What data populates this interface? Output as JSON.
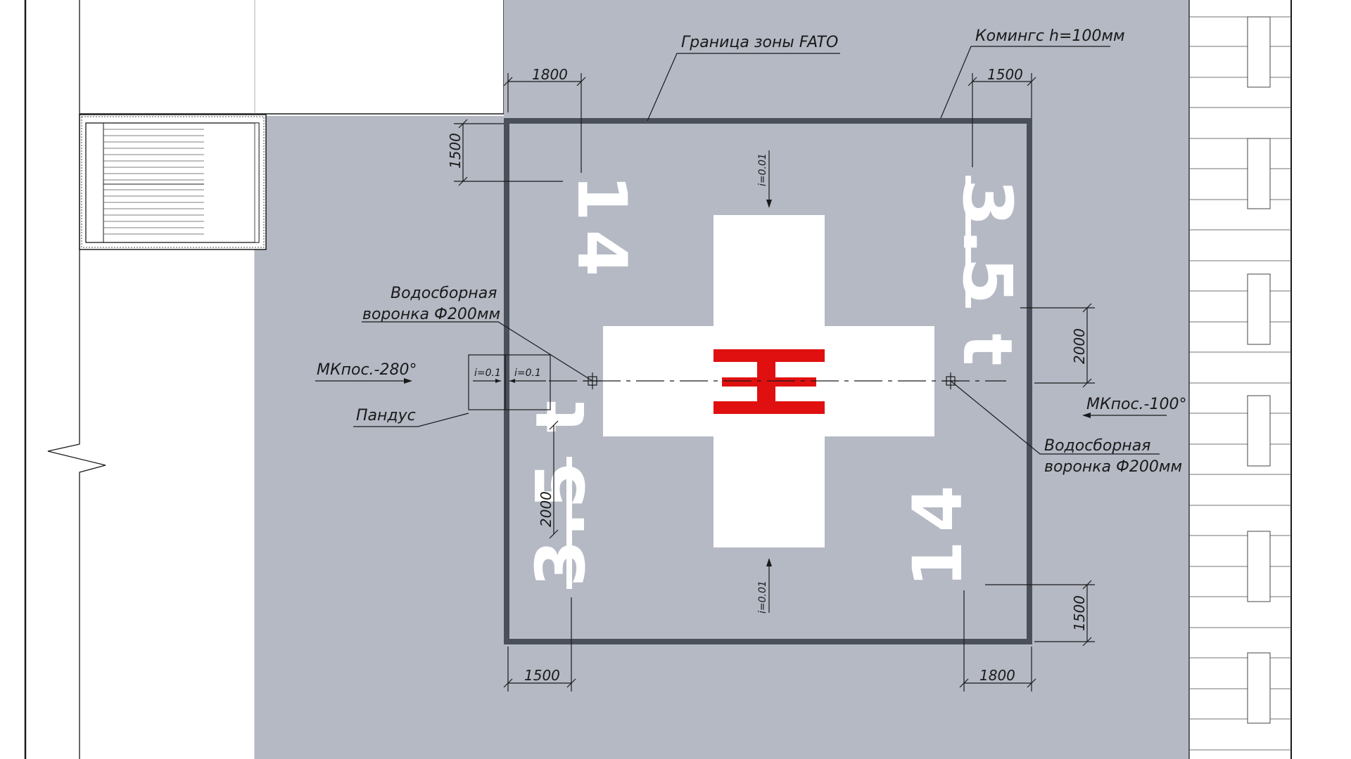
{
  "labels": {
    "fato_boundary": "Граница зоны FATO",
    "coaming": "Комингс h=100мм",
    "drain_left_l1": "Водосборная",
    "drain_left_l2": "воронка Ф200мм",
    "drain_right_l1": "Водосборная",
    "drain_right_l2": "воронка Ф200мм",
    "mk_left": "МКпос.-280°",
    "mk_right": "МКпос.-100°",
    "ramp": "Пандус"
  },
  "slopes": {
    "ramp_left": "i=0.1",
    "ramp_right": "i=0.1",
    "top": "i=0.01",
    "bottom": "i=0.01"
  },
  "dimensions": {
    "top_left": "1800",
    "top_right": "1500",
    "left_top": "1500",
    "right_mid": "2000",
    "left_mid": "2000",
    "right_bottom": "1500",
    "bottom_left": "1500",
    "bottom_right": "1800"
  },
  "markings": {
    "center_letter": "H",
    "weight_top_right": "3.5 t",
    "weight_bottom_left": "3.5 t",
    "size_top_left": "14",
    "size_bottom_right": "14"
  },
  "colors": {
    "pad_gray": "#b4b9c4",
    "frame": "#4a505a",
    "letter_red": "#e01010",
    "marking_white": "#ffffff"
  }
}
